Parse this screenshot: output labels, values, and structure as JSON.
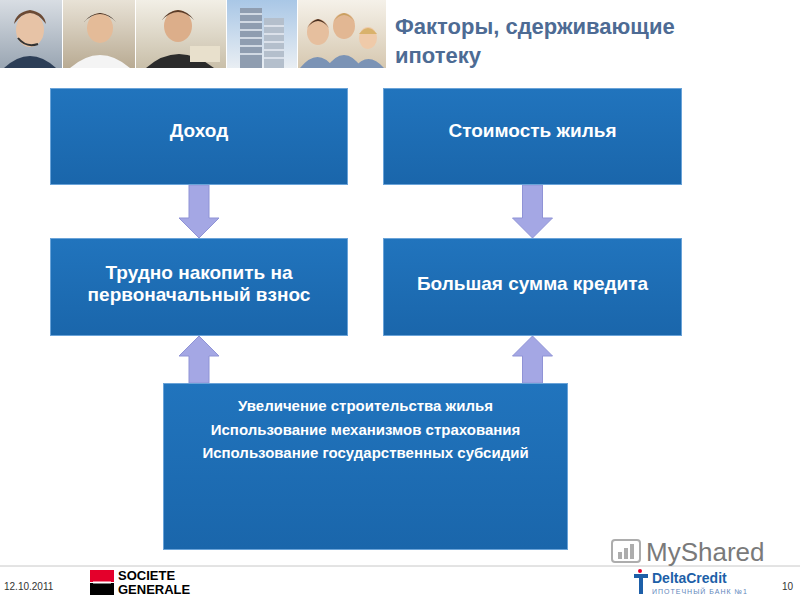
{
  "diagram": {
    "title": "Факторы, сдерживающие ипотеку",
    "nodes": [
      {
        "text": [
          "Доход"
        ]
      },
      {
        "text": [
          "Стоимость жилья"
        ]
      },
      {
        "text": [
          "Трудно накопить на первоначальный взнос"
        ]
      },
      {
        "text": [
          "Большая сумма кредита"
        ]
      },
      {
        "text": [
          "Увеличение строительства жилья",
          "Использование механизмов страхования",
          "Использование государственных субсидий"
        ]
      }
    ],
    "edges": [
      {
        "from": 0,
        "to": 2,
        "arrow": "to"
      },
      {
        "from": 1,
        "to": 3,
        "arrow": "to"
      },
      {
        "from": 4,
        "to": 2,
        "arrow": "to"
      },
      {
        "from": 4,
        "to": 3,
        "arrow": "to"
      }
    ],
    "labels": [
      "12.10.2011",
      "SOCIETE",
      "GENERALE",
      "MyShared",
      "DeltaCredit",
      "ИПОТЕЧНЫЙ БАНК №1",
      "10"
    ]
  }
}
